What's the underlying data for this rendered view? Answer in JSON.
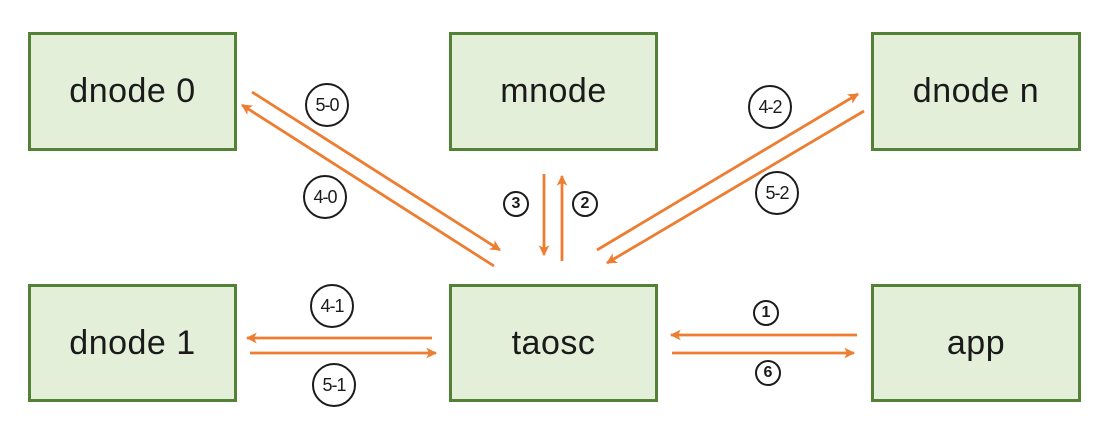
{
  "diagram": {
    "description": "Data flow diagram between app, taosc, mnode and dnodes",
    "colors": {
      "node_fill": "#e3efd9",
      "node_border": "#538135",
      "arrow": "#ed7d31",
      "label": "#1b1b1b",
      "background": "#ffffff"
    },
    "nodes": [
      {
        "id": "dnode0",
        "label": "dnode 0"
      },
      {
        "id": "mnode",
        "label": "mnode"
      },
      {
        "id": "dnoden",
        "label": "dnode n"
      },
      {
        "id": "dnode1",
        "label": "dnode 1"
      },
      {
        "id": "taosc",
        "label": "taosc"
      },
      {
        "id": "app",
        "label": "app"
      }
    ],
    "edges": [
      {
        "label": "1",
        "from": "app",
        "to": "taosc"
      },
      {
        "label": "2",
        "from": "taosc",
        "to": "mnode"
      },
      {
        "label": "3",
        "from": "mnode",
        "to": "taosc"
      },
      {
        "label": "6",
        "from": "taosc",
        "to": "app"
      },
      {
        "label": "4-0",
        "from": "taosc",
        "to": "dnode0"
      },
      {
        "label": "5-0",
        "from": "dnode0",
        "to": "taosc"
      },
      {
        "label": "4-1",
        "from": "taosc",
        "to": "dnode1"
      },
      {
        "label": "5-1",
        "from": "dnode1",
        "to": "taosc"
      },
      {
        "label": "4-2",
        "from": "taosc",
        "to": "dnoden"
      },
      {
        "label": "5-2",
        "from": "dnoden",
        "to": "taosc"
      }
    ]
  }
}
